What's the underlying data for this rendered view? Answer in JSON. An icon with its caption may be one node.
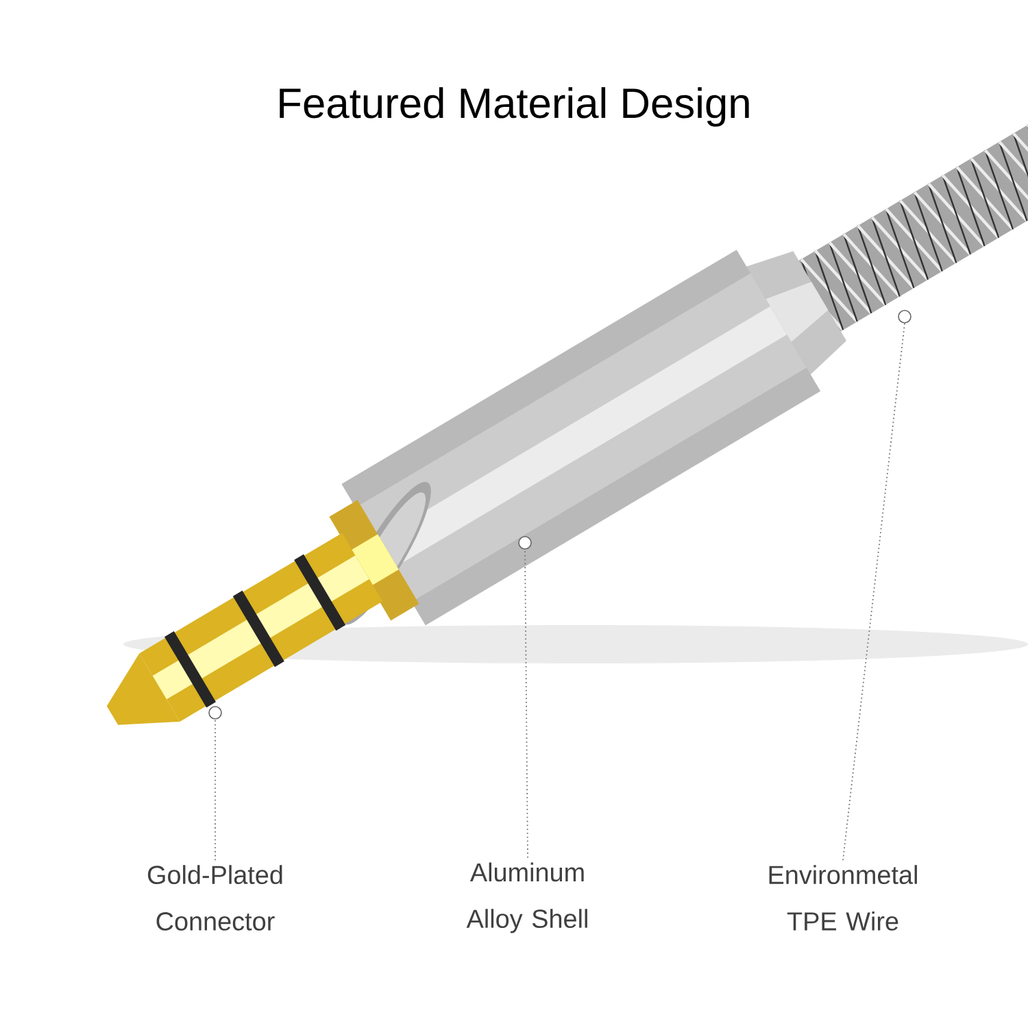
{
  "diagram": {
    "title": "Featured Material Design",
    "nodes": [
      {
        "text": [
          "Gold-Plated Connector"
        ]
      },
      {
        "text": [
          "Aluminum Alloy Shell"
        ]
      },
      {
        "text": [
          "Environmetal TPE Wire"
        ]
      },
      {
        "text": [],
        "shape": "circle"
      },
      {
        "text": [],
        "shape": "circle"
      },
      {
        "text": [],
        "shape": "circle"
      }
    ],
    "edges": [
      {
        "from": 0,
        "to": 3,
        "arrow": "none",
        "style": "dashed"
      },
      {
        "from": 1,
        "to": 4,
        "arrow": "none",
        "style": "dashed"
      },
      {
        "from": 2,
        "to": 5,
        "arrow": "none",
        "style": "dashed"
      }
    ]
  }
}
